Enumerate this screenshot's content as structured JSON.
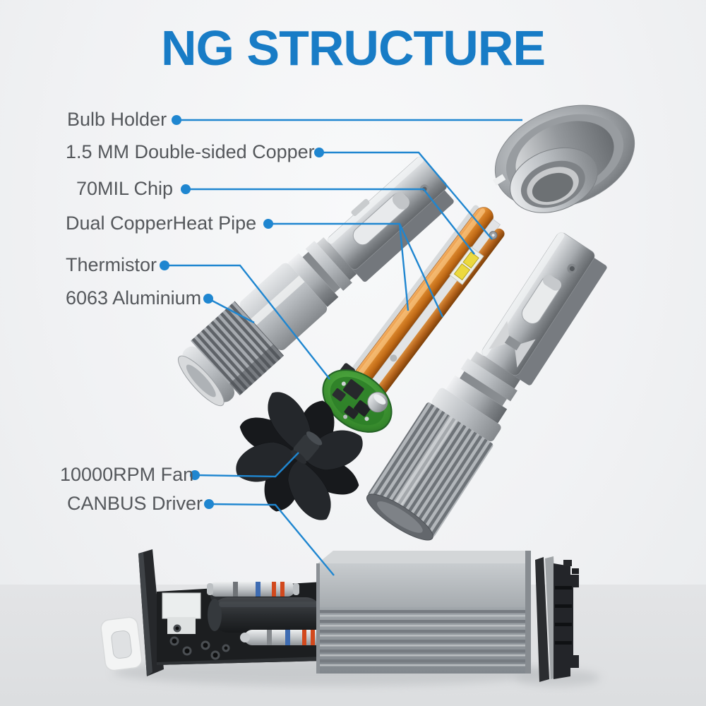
{
  "title": "NG STRUCTURE",
  "labels": {
    "bulb_holder": "Bulb Holder",
    "double_sided_copper": "1.5 MM Double-sided Copper",
    "chip": "70MIL Chip",
    "heat_pipe": "Dual CopperHeat Pipe",
    "thermistor": "Thermistor",
    "aluminium": "6063 Aluminium",
    "fan": "10000RPM Fan",
    "canbus": "CANBUS Driver"
  },
  "colors": {
    "title_blue": "#187cc6",
    "leader_blue": "#1f86d0",
    "label_gray": "#54575b",
    "copper_orange": "#d07722",
    "chip_yellow": "#ecd93f",
    "pcb_green": "#3f9e3a"
  }
}
